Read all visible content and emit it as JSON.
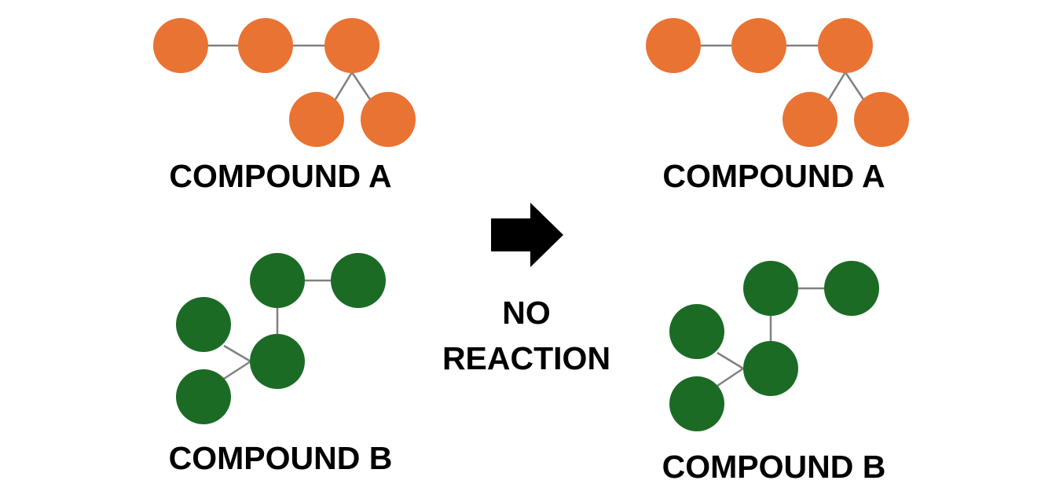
{
  "colors": {
    "compound_a": "#E97333",
    "compound_b": "#1B6B25",
    "bond": "#808080",
    "arrow": "#000000",
    "text": "#000000"
  },
  "left": {
    "compound_a_label": "COMPOUND A",
    "compound_b_label": "COMPOUND B"
  },
  "center": {
    "arrow_icon": "right-arrow-icon",
    "no_label": "NO",
    "reaction_label": "REACTION"
  },
  "right": {
    "compound_a_label": "COMPOUND A",
    "compound_b_label": "COMPOUND B"
  }
}
